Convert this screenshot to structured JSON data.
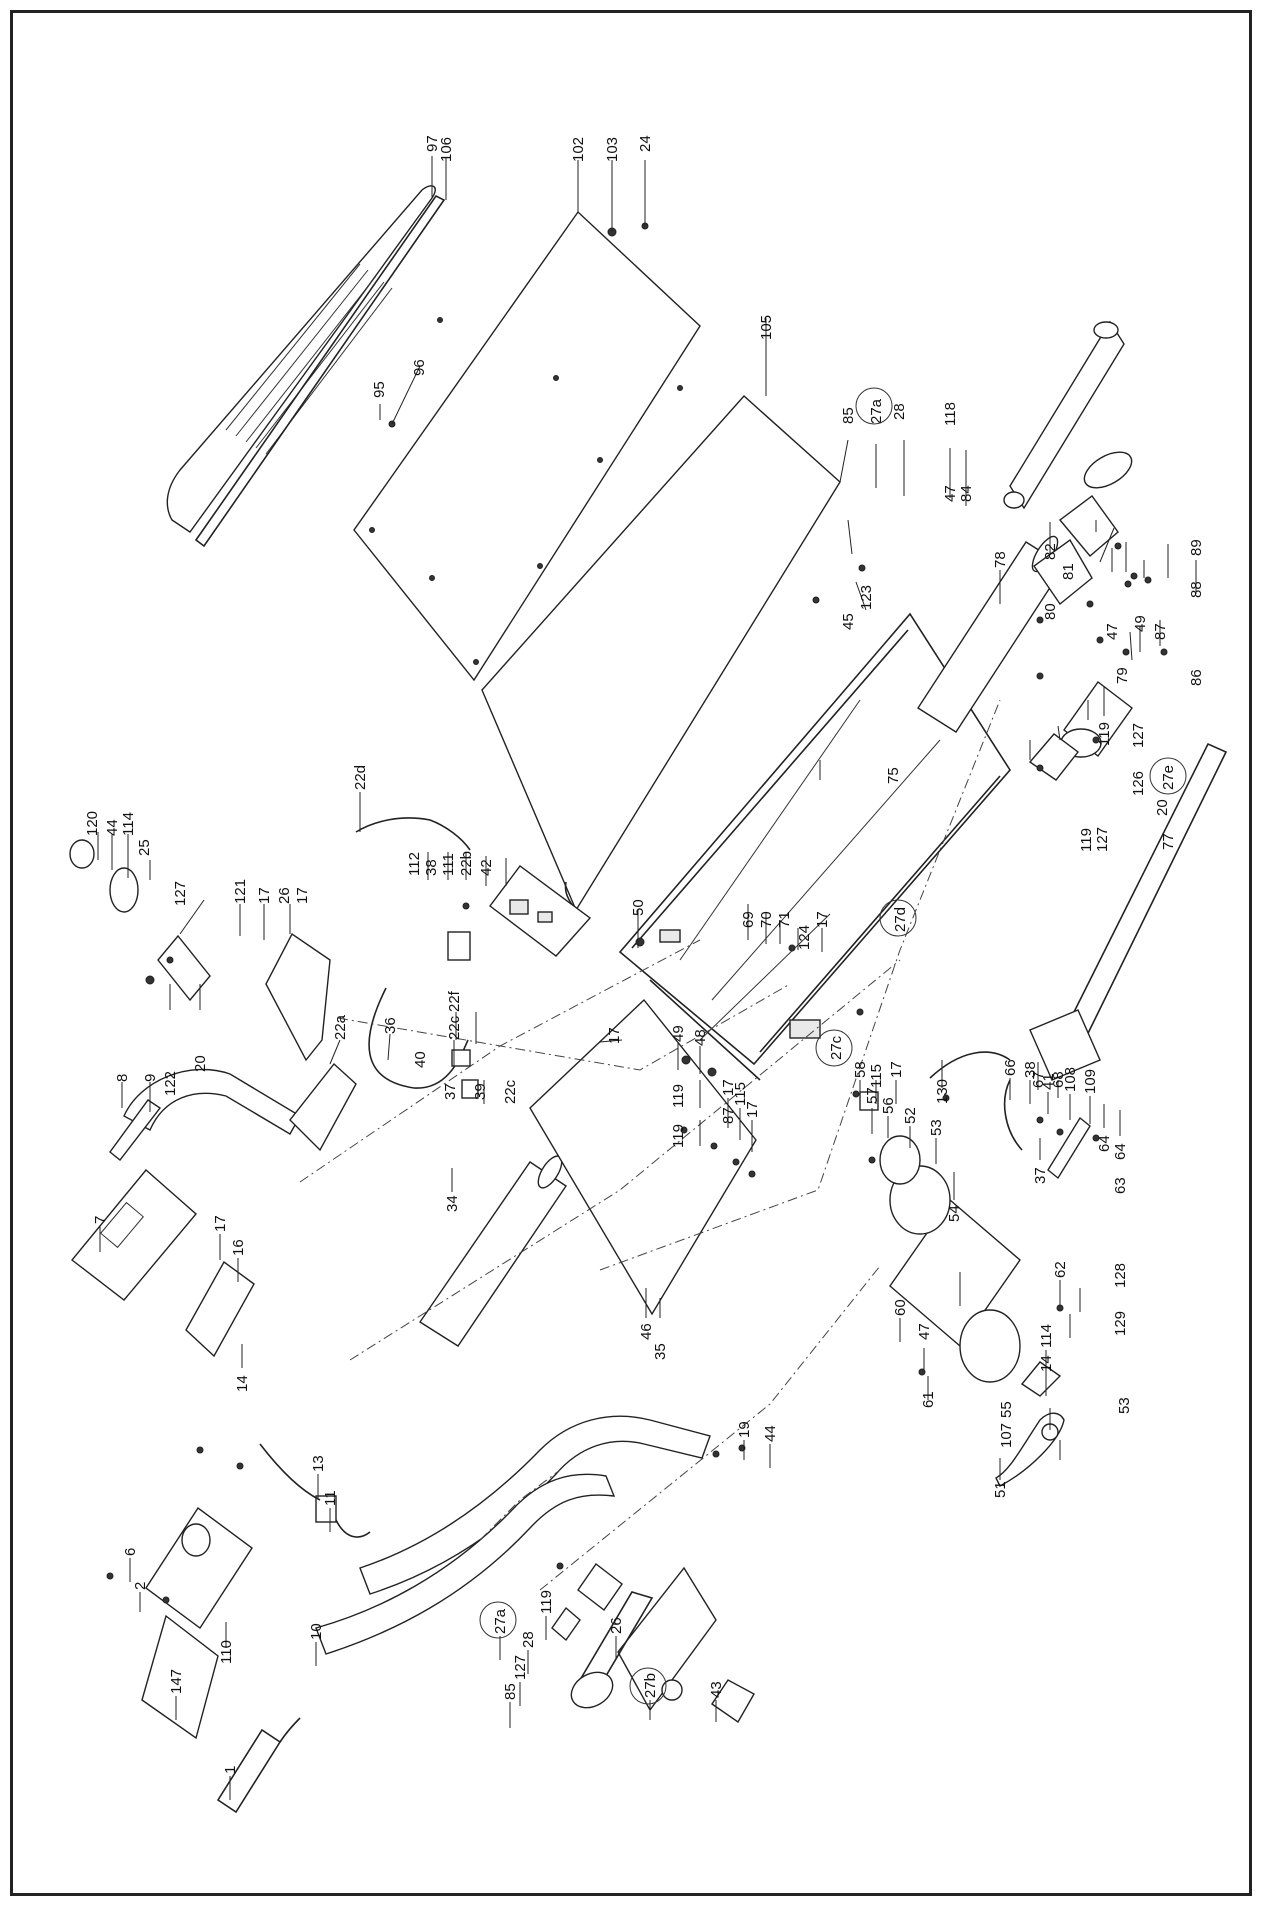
{
  "diagram": {
    "labels": [
      {
        "id": "97",
        "text": "97"
      },
      {
        "id": "106",
        "text": "106"
      },
      {
        "id": "102",
        "text": "102"
      },
      {
        "id": "103",
        "text": "103"
      },
      {
        "id": "24",
        "text": "24"
      },
      {
        "id": "105",
        "text": "105"
      },
      {
        "id": "96",
        "text": "96"
      },
      {
        "id": "95",
        "text": "95"
      },
      {
        "id": "85a",
        "text": "85"
      },
      {
        "id": "27a_top",
        "text": "27a"
      },
      {
        "id": "28a",
        "text": "28"
      },
      {
        "id": "118",
        "text": "118"
      },
      {
        "id": "47a",
        "text": "47"
      },
      {
        "id": "84",
        "text": "84"
      },
      {
        "id": "45",
        "text": "45"
      },
      {
        "id": "123",
        "text": "123"
      },
      {
        "id": "78",
        "text": "78"
      },
      {
        "id": "82",
        "text": "82"
      },
      {
        "id": "89",
        "text": "89"
      },
      {
        "id": "81",
        "text": "81"
      },
      {
        "id": "88",
        "text": "88"
      },
      {
        "id": "80",
        "text": "80"
      },
      {
        "id": "47b",
        "text": "47"
      },
      {
        "id": "79",
        "text": "79"
      },
      {
        "id": "49a",
        "text": "49"
      },
      {
        "id": "87a",
        "text": "87"
      },
      {
        "id": "86",
        "text": "86"
      },
      {
        "id": "119a",
        "text": "119"
      },
      {
        "id": "127a",
        "text": "127"
      },
      {
        "id": "126",
        "text": "126"
      },
      {
        "id": "20a",
        "text": "20"
      },
      {
        "id": "27e",
        "text": "27e"
      },
      {
        "id": "77",
        "text": "77"
      },
      {
        "id": "119b",
        "text": "119"
      },
      {
        "id": "127b",
        "text": "127"
      },
      {
        "id": "75",
        "text": "75"
      },
      {
        "id": "120",
        "text": "120"
      },
      {
        "id": "44a",
        "text": "44"
      },
      {
        "id": "114a",
        "text": "114"
      },
      {
        "id": "25",
        "text": "25"
      },
      {
        "id": "127c",
        "text": "127"
      },
      {
        "id": "121",
        "text": "121"
      },
      {
        "id": "17a",
        "text": "17"
      },
      {
        "id": "26a",
        "text": "26"
      },
      {
        "id": "17b",
        "text": "17"
      },
      {
        "id": "20b",
        "text": "20"
      },
      {
        "id": "122",
        "text": "122"
      },
      {
        "id": "22d",
        "text": "22d"
      },
      {
        "id": "112",
        "text": "112"
      },
      {
        "id": "38a",
        "text": "38"
      },
      {
        "id": "111",
        "text": "111"
      },
      {
        "id": "22b",
        "text": "22b"
      },
      {
        "id": "42",
        "text": "42"
      },
      {
        "id": "50",
        "text": "50"
      },
      {
        "id": "69",
        "text": "69"
      },
      {
        "id": "70",
        "text": "70"
      },
      {
        "id": "71",
        "text": "71"
      },
      {
        "id": "124",
        "text": "124"
      },
      {
        "id": "17c",
        "text": "17"
      },
      {
        "id": "27d",
        "text": "27d"
      },
      {
        "id": "8",
        "text": "8"
      },
      {
        "id": "9",
        "text": "9"
      },
      {
        "id": "22a",
        "text": "22a"
      },
      {
        "id": "36",
        "text": "36"
      },
      {
        "id": "22c_a",
        "text": "22c"
      },
      {
        "id": "22f",
        "text": "22f"
      },
      {
        "id": "40",
        "text": "40"
      },
      {
        "id": "37a",
        "text": "37"
      },
      {
        "id": "39",
        "text": "39"
      },
      {
        "id": "22c_b",
        "text": "22c"
      },
      {
        "id": "17d",
        "text": "17"
      },
      {
        "id": "49b",
        "text": "49"
      },
      {
        "id": "48",
        "text": "48"
      },
      {
        "id": "119c",
        "text": "119"
      },
      {
        "id": "119d",
        "text": "119"
      },
      {
        "id": "87b",
        "text": "87"
      },
      {
        "id": "27c",
        "text": "27c"
      },
      {
        "id": "58",
        "text": "58"
      },
      {
        "id": "115a",
        "text": "115"
      },
      {
        "id": "17e",
        "text": "17"
      },
      {
        "id": "130",
        "text": "130"
      },
      {
        "id": "67",
        "text": "67"
      },
      {
        "id": "68",
        "text": "68"
      },
      {
        "id": "7",
        "text": "7"
      },
      {
        "id": "17f",
        "text": "17"
      },
      {
        "id": "16",
        "text": "16"
      },
      {
        "id": "14a",
        "text": "14"
      },
      {
        "id": "34",
        "text": "34"
      },
      {
        "id": "46",
        "text": "46"
      },
      {
        "id": "35",
        "text": "35"
      },
      {
        "id": "17g",
        "text": "17"
      },
      {
        "id": "115b",
        "text": "115"
      },
      {
        "id": "17h",
        "text": "17"
      },
      {
        "id": "57",
        "text": "57"
      },
      {
        "id": "56",
        "text": "56"
      },
      {
        "id": "52",
        "text": "52"
      },
      {
        "id": "53a",
        "text": "53"
      },
      {
        "id": "66",
        "text": "66"
      },
      {
        "id": "38b",
        "text": "38"
      },
      {
        "id": "41",
        "text": "41"
      },
      {
        "id": "108",
        "text": "108"
      },
      {
        "id": "109",
        "text": "109"
      },
      {
        "id": "37b",
        "text": "37"
      },
      {
        "id": "64a",
        "text": "64"
      },
      {
        "id": "63",
        "text": "63"
      },
      {
        "id": "64b",
        "text": "64"
      },
      {
        "id": "54",
        "text": "54"
      },
      {
        "id": "62",
        "text": "62"
      },
      {
        "id": "128",
        "text": "128"
      },
      {
        "id": "129",
        "text": "129"
      },
      {
        "id": "60",
        "text": "60"
      },
      {
        "id": "47c",
        "text": "47"
      },
      {
        "id": "61",
        "text": "61"
      },
      {
        "id": "114b",
        "text": "114"
      },
      {
        "id": "14b",
        "text": "14"
      },
      {
        "id": "55",
        "text": "55"
      },
      {
        "id": "107",
        "text": "107"
      },
      {
        "id": "53b",
        "text": "53"
      },
      {
        "id": "51",
        "text": "51"
      },
      {
        "id": "6",
        "text": "6"
      },
      {
        "id": "2",
        "text": "2"
      },
      {
        "id": "110",
        "text": "110"
      },
      {
        "id": "13",
        "text": "13"
      },
      {
        "id": "11",
        "text": "11"
      },
      {
        "id": "19",
        "text": "19"
      },
      {
        "id": "44b",
        "text": "44"
      },
      {
        "id": "10",
        "text": "10"
      },
      {
        "id": "26b",
        "text": "26"
      },
      {
        "id": "119e",
        "text": "119"
      },
      {
        "id": "27a_bottom",
        "text": "27a"
      },
      {
        "id": "28b",
        "text": "28"
      },
      {
        "id": "127d",
        "text": "127"
      },
      {
        "id": "85b",
        "text": "85"
      },
      {
        "id": "27b",
        "text": "27b"
      },
      {
        "id": "43",
        "text": "43"
      },
      {
        "id": "147",
        "text": "147"
      },
      {
        "id": "1",
        "text": "1"
      }
    ]
  }
}
